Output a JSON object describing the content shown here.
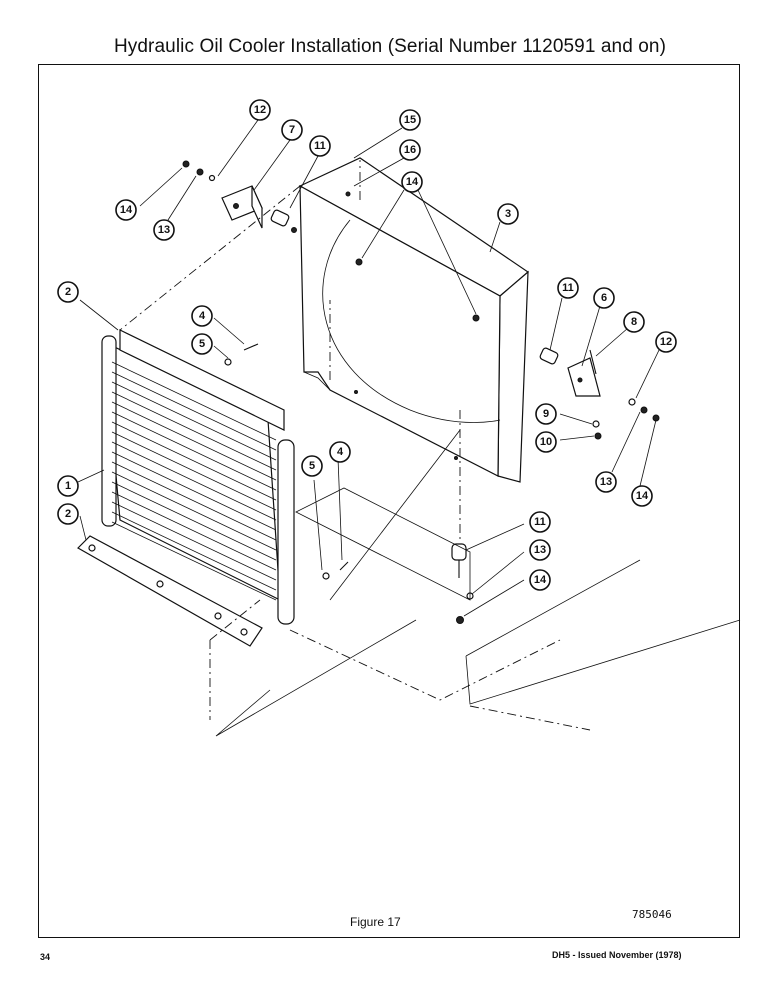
{
  "title": "Hydraulic Oil Cooler Installation (Serial Number 1120591 and on)",
  "figure_caption": "Figure 17",
  "drawing_number": "785046",
  "page_number": "34",
  "issue_note": "DH5 - Issued November (1978)",
  "callouts": [
    {
      "label": "12"
    },
    {
      "label": "7"
    },
    {
      "label": "11"
    },
    {
      "label": "15"
    },
    {
      "label": "16"
    },
    {
      "label": "14"
    },
    {
      "label": "13"
    },
    {
      "label": "14"
    },
    {
      "label": "3"
    },
    {
      "label": "2"
    },
    {
      "label": "4"
    },
    {
      "label": "5"
    },
    {
      "label": "11"
    },
    {
      "label": "6"
    },
    {
      "label": "8"
    },
    {
      "label": "12"
    },
    {
      "label": "9"
    },
    {
      "label": "10"
    },
    {
      "label": "1"
    },
    {
      "label": "5"
    },
    {
      "label": "4"
    },
    {
      "label": "2"
    },
    {
      "label": "13"
    },
    {
      "label": "14"
    },
    {
      "label": "11"
    },
    {
      "label": "13"
    },
    {
      "label": "14"
    }
  ]
}
